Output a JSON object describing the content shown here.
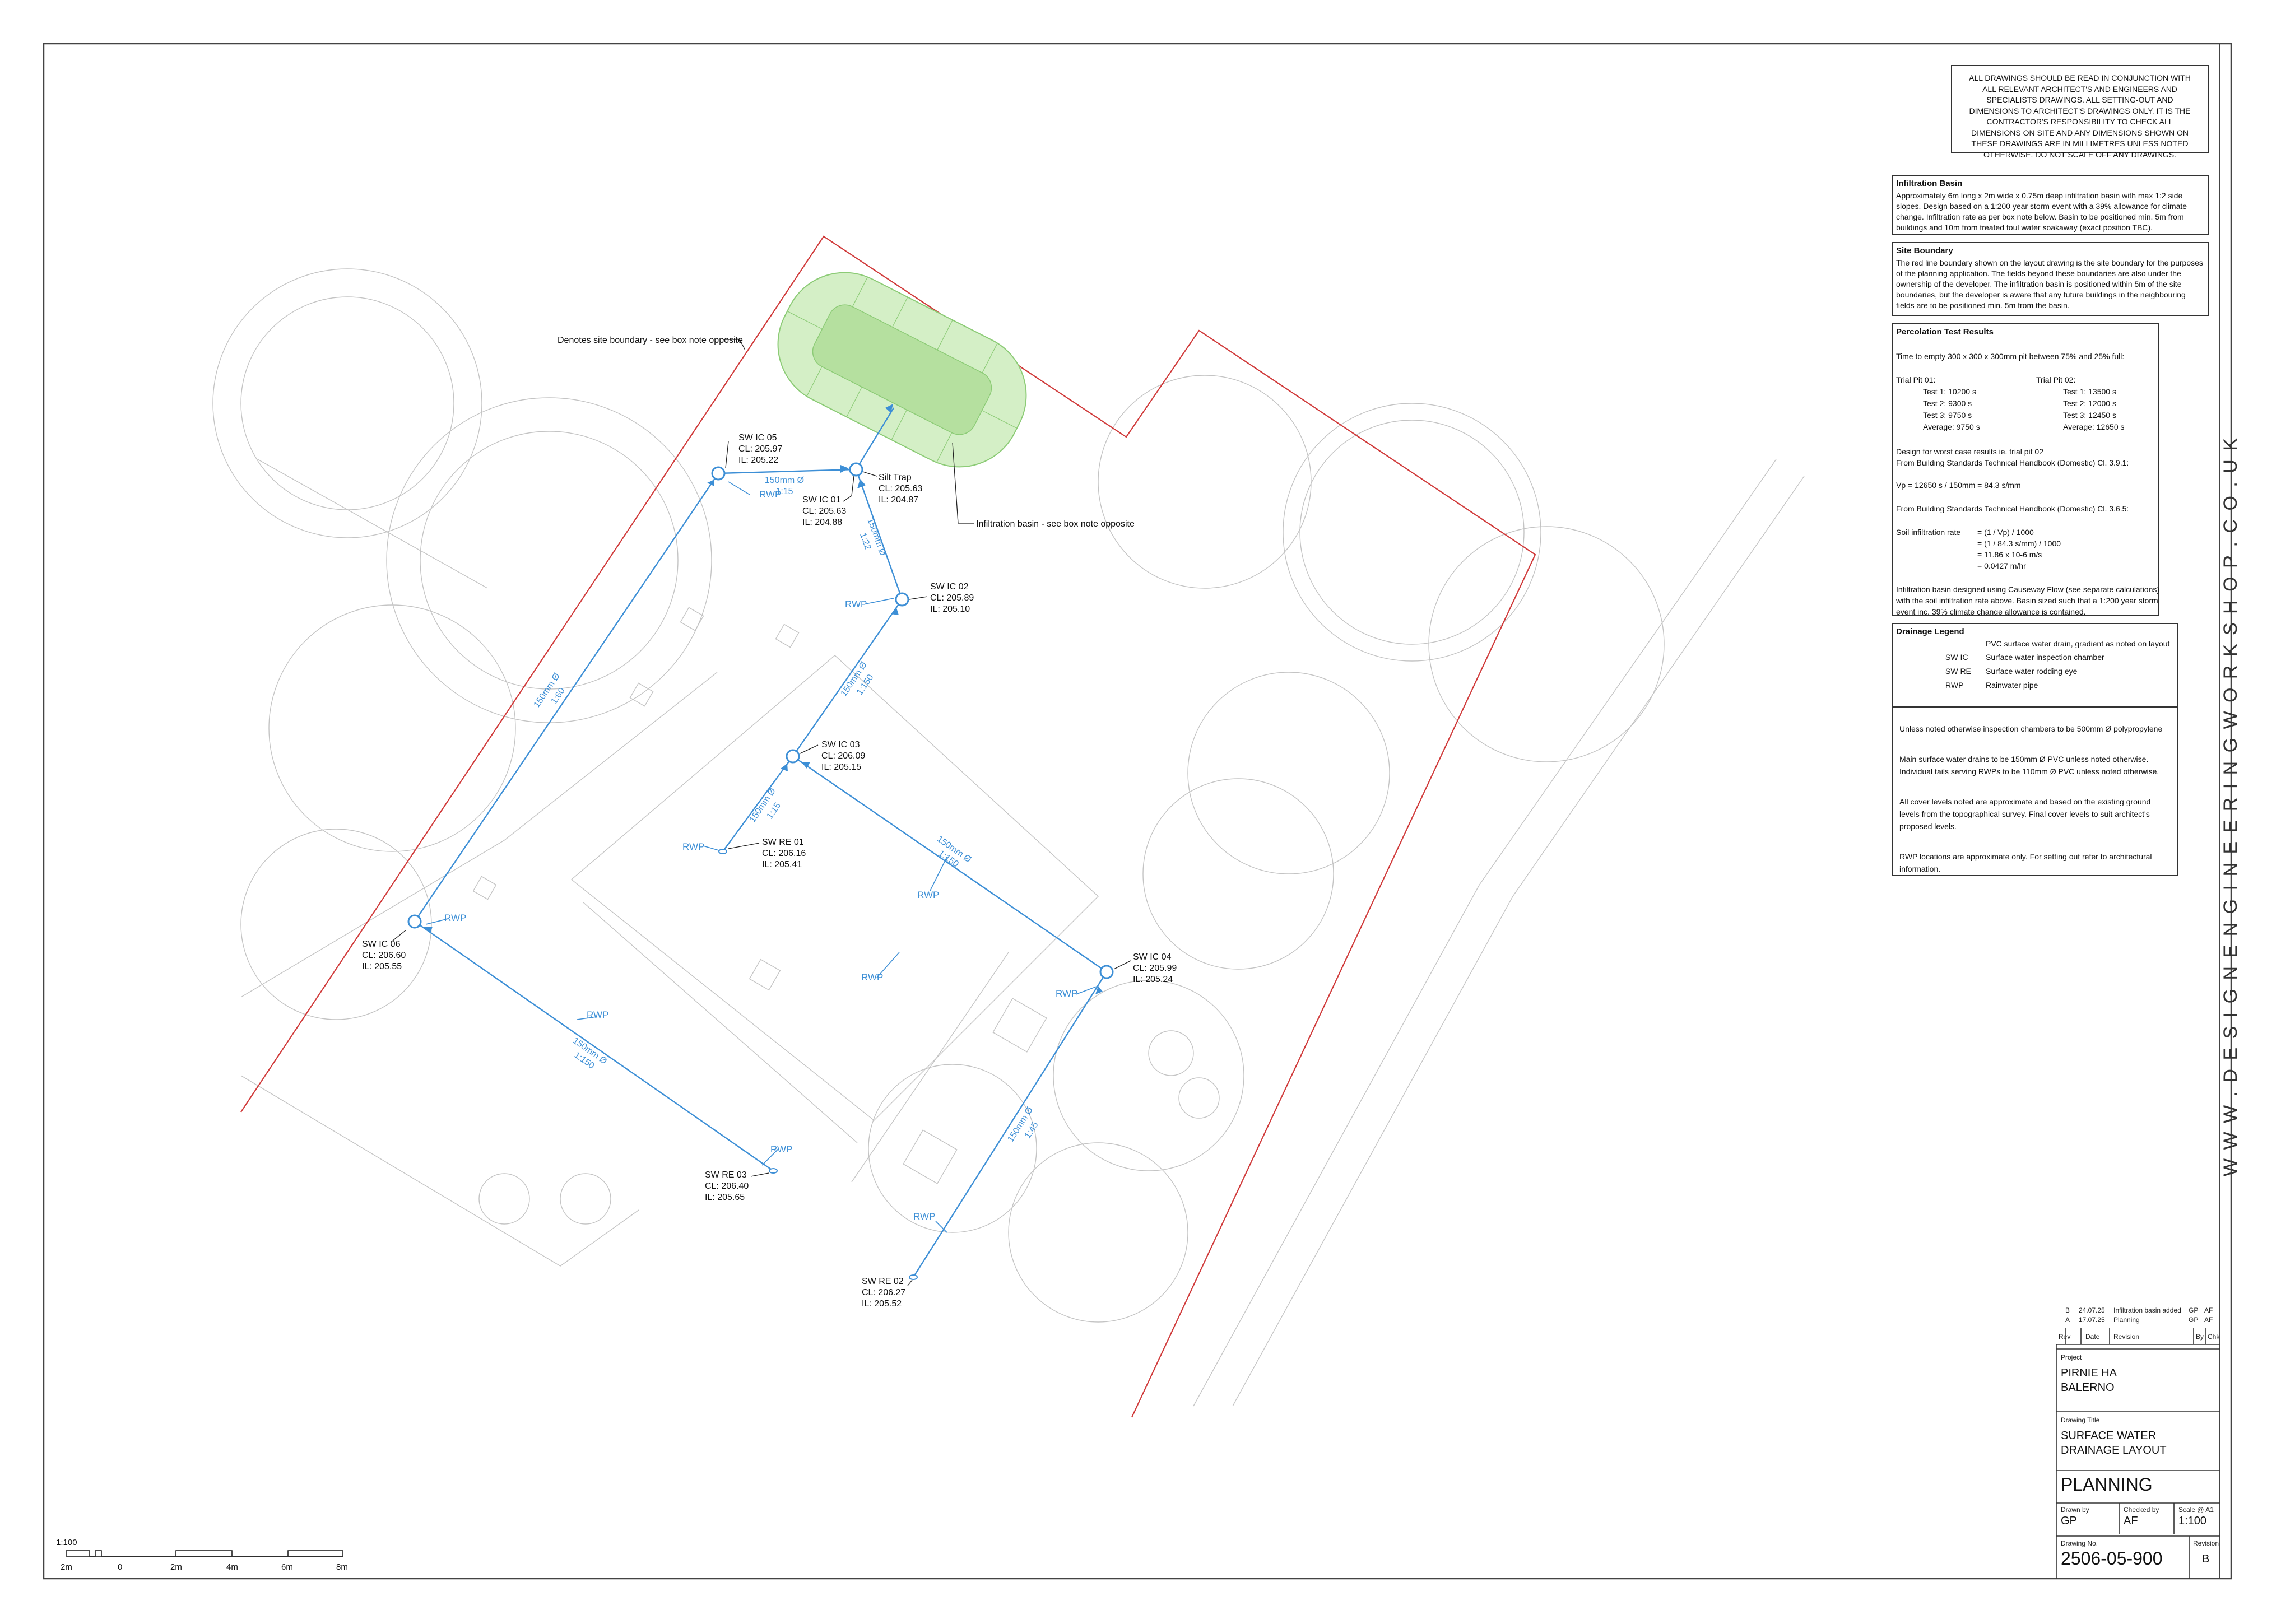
{
  "general_note": "ALL DRAWINGS SHOULD BE READ IN CONJUNCTION WITH ALL RELEVANT ARCHITECT'S AND ENGINEERS AND SPECIALISTS DRAWINGS. ALL SETTING-OUT AND DIMENSIONS TO ARCHITECT'S DRAWINGS ONLY. IT IS THE CONTRACTOR'S RESPONSIBILITY TO CHECK ALL DIMENSIONS ON SITE AND ANY DIMENSIONS SHOWN ON THESE DRAWINGS ARE IN MILLIMETRES UNLESS NOTED OTHERWISE. DO NOT SCALE OFF ANY DRAWINGS.",
  "infiltration_basin": {
    "title": "Infiltration Basin",
    "text": "Approximately 6m long x 2m wide x 0.75m deep infiltration basin with max 1:2 side slopes. Design based on a 1:200 year storm event with a 39% allowance for climate change. Infiltration rate as per box note below. Basin to be positioned min. 5m from buildings and 10m from treated foul water soakaway (exact position TBC)."
  },
  "site_boundary": {
    "title": "Site Boundary",
    "text": "The red line boundary shown on the layout drawing is the site boundary for the purposes of the planning application. The fields beyond these boundaries are also under the ownership of the developer. The infiltration basin is positioned within 5m of the site boundaries, but the developer is aware that any future buildings in the neighbouring fields are to be positioned min. 5m from the basin."
  },
  "percolation": {
    "title": "Percolation Test Results",
    "intro": "Time to empty 300 x 300 x 300mm pit between 75% and 25% full:",
    "pit1": {
      "title": "Trial Pit 01:",
      "t1": "Test 1: 10200 s",
      "t2": "Test 2: 9300 s",
      "t3": "Test 3: 9750 s",
      "avg": "Average: 9750 s"
    },
    "pit2": {
      "title": "Trial Pit 02:",
      "t1": "Test 1: 13500 s",
      "t2": "Test 2: 12000 s",
      "t3": "Test 3: 12450 s",
      "avg": "Average: 12650 s"
    },
    "design1": "Design for worst case results ie. trial pit 02",
    "design2": "From Building Standards Technical Handbook (Domestic) Cl. 3.9.1:",
    "vp": "Vp = 12650 s / 150mm = 84.3 s/mm",
    "ref2": "From Building Standards Technical Handbook (Domestic) Cl. 3.6.5:",
    "soil_label": "Soil infiltration rate",
    "eq1": "= (1 / Vp) / 1000",
    "eq2": "= (1 / 84.3 s/mm) / 1000",
    "eq3": "= 11.86 x 10-6 m/s",
    "eq4": "= 0.0427 m/hr",
    "summary1": "Infiltration basin designed using Causeway Flow (see separate calculations)",
    "summary2": "with the soil infiltration rate above. Basin sized such that a 1:200 year storm",
    "summary3": "event inc. 39% climate change allowance is contained."
  },
  "legend": {
    "title": "Drainage Legend",
    "items": [
      {
        "code": "",
        "desc": "PVC surface water drain, gradient as noted on layout"
      },
      {
        "code": "SW IC",
        "desc": "Surface water inspection chamber"
      },
      {
        "code": "SW RE",
        "desc": "Surface water rodding eye"
      },
      {
        "code": "RWP",
        "desc": "Rainwater pipe"
      }
    ],
    "notes": [
      "Unless noted otherwise inspection chambers to be 500mm Ø polypropylene",
      "Main surface water drains to be 150mm Ø PVC unless noted otherwise.",
      "Individual tails serving RWPs to be 110mm Ø PVC unless noted otherwise.",
      "All cover levels noted are approximate and based on the existing ground",
      "levels from the topographical survey. Final cover levels to suit architect's",
      "proposed levels.",
      "RWP locations are approximate only. For setting out refer to architectural",
      "information."
    ]
  },
  "website": "W W W . D E S I G N E N G I N E E R I N G W O R K S H O P . C O . U K",
  "revisions": [
    {
      "rev": "B",
      "date": "24.07.25",
      "desc": "Infiltration basin added",
      "by": "GP",
      "chk": "AF"
    },
    {
      "rev": "A",
      "date": "17.07.25",
      "desc": "Planning",
      "by": "GP",
      "chk": "AF"
    }
  ],
  "rev_headers": {
    "rev": "Rev",
    "date": "Date",
    "revision": "Revision",
    "by": "By",
    "chk": "Chk"
  },
  "title_block": {
    "project_label": "Project",
    "project_line1": "PIRNIE HA",
    "project_line2": "BALERNO",
    "title_label": "Drawing Title",
    "title_line1": "SURFACE WATER",
    "title_line2": "DRAINAGE LAYOUT",
    "status": "PLANNING",
    "drawn_label": "Drawn by",
    "drawn": "GP",
    "checked_label": "Checked by",
    "checked": "AF",
    "scale_label": "Scale @ A1",
    "scale": "1:100",
    "drawing_no_label": "Drawing No.",
    "drawing_no": "2506-05-900",
    "revision_label": "Revision",
    "revision": "B"
  },
  "scale_bar": {
    "ratio": "1:100",
    "ticks": [
      "2m",
      "0",
      "2m",
      "4m",
      "6m",
      "8m"
    ]
  },
  "callouts": {
    "boundary": "Denotes site boundary - see box note opposite",
    "basin": "Infiltration basin - see box note opposite",
    "silt_trap": "Silt Trap"
  },
  "chambers": [
    {
      "id": "ic05",
      "name": "SW IC 05",
      "cl": "CL: 205.97",
      "il": "IL: 205.22"
    },
    {
      "id": "ic01",
      "name": "SW IC 01",
      "cl": "CL: 205.63",
      "il": "IL: 204.88"
    },
    {
      "id": "st",
      "name": "Silt Trap",
      "cl": "CL: 205.63",
      "il": "IL: 204.87"
    },
    {
      "id": "ic02",
      "name": "SW IC 02",
      "cl": "CL: 205.89",
      "il": "IL: 205.10"
    },
    {
      "id": "ic03",
      "name": "SW IC 03",
      "cl": "CL: 206.09",
      "il": "IL: 205.15"
    },
    {
      "id": "re01",
      "name": "SW RE 01",
      "cl": "CL: 206.16",
      "il": "IL: 205.41"
    },
    {
      "id": "ic06",
      "name": "SW IC 06",
      "cl": "CL: 206.60",
      "il": "IL: 205.55"
    },
    {
      "id": "ic04",
      "name": "SW IC 04",
      "cl": "CL: 205.99",
      "il": "IL: 205.24"
    },
    {
      "id": "re03",
      "name": "SW RE 03",
      "cl": "CL: 206.40",
      "il": "IL: 205.65"
    },
    {
      "id": "re02",
      "name": "SW RE 02",
      "cl": "CL: 206.27",
      "il": "IL: 205.52"
    }
  ],
  "pipes": [
    {
      "size": "150mm Ø",
      "grad": "1:15"
    },
    {
      "size": "150mm Ø",
      "grad": "1:22"
    },
    {
      "size": "150mm Ø",
      "grad": "1:60"
    },
    {
      "size": "150mm Ø",
      "grad": "1:150"
    },
    {
      "size": "150mm Ø",
      "grad": "1:15"
    },
    {
      "size": "150mm Ø",
      "grad": "1:150"
    },
    {
      "size": "150mm Ø",
      "grad": "1:150"
    },
    {
      "size": "150mm Ø",
      "grad": "1:45"
    }
  ],
  "rwp_label": "RWP",
  "colors": {
    "pipe": "#3d8fd6",
    "boundary": "#d03a3a",
    "basin_fill": "#cfeec0",
    "basin_stroke": "#7fc46a",
    "basin_core": "#a9dc93",
    "existing": "#bcbcbc"
  }
}
